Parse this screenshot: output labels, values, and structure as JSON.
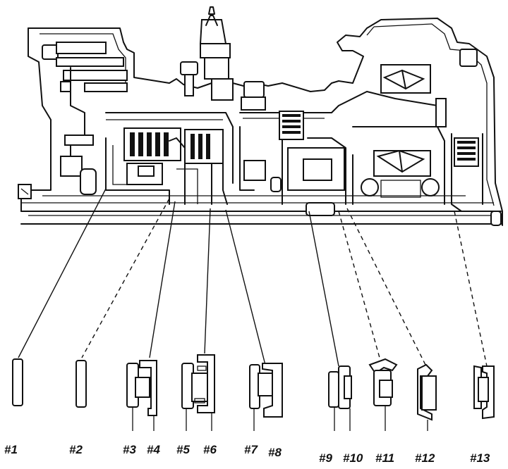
{
  "parts": [
    {
      "id": "1",
      "label": "#1"
    },
    {
      "id": "2",
      "label": "#2"
    },
    {
      "id": "3",
      "label": "#3"
    },
    {
      "id": "4",
      "label": "#4"
    },
    {
      "id": "5",
      "label": "#5"
    },
    {
      "id": "6",
      "label": "#6"
    },
    {
      "id": "7",
      "label": "#7"
    },
    {
      "id": "8",
      "label": "#8"
    },
    {
      "id": "9",
      "label": "#9"
    },
    {
      "id": "10",
      "label": "#10"
    },
    {
      "id": "11",
      "label": "#11"
    },
    {
      "id": "12",
      "label": "#12"
    },
    {
      "id": "13",
      "label": "#13"
    }
  ]
}
